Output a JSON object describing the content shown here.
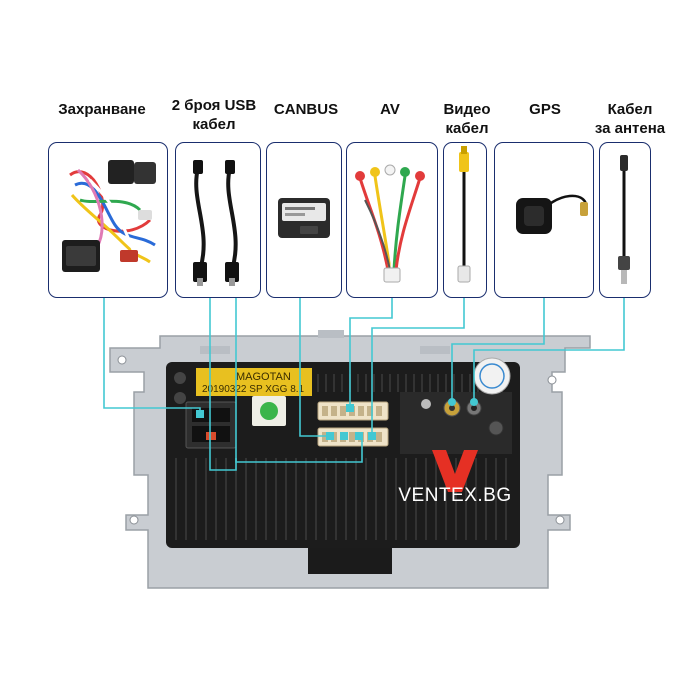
{
  "labels": {
    "power": "Захранване",
    "usb_line1": "2 броя USB",
    "usb_line2": "кабел",
    "canbus": "CANBUS",
    "av": "AV",
    "video_line1": "Видео",
    "video_line2": "кабел",
    "gps": "GPS",
    "antenna_line1": "Кабел",
    "antenna_line2": "за антена"
  },
  "unit": {
    "sticker_line1": "MAGOTAN",
    "sticker_line2": "20190322 SP XGG 8.1",
    "brand_text": "VENTEX.BG",
    "brand_mark": "V"
  },
  "colors": {
    "box_border": "#1a2e6e",
    "connector_line": "#43c8d2",
    "brand_red": "#e53024",
    "sticker_yellow": "#e8c020",
    "chassis": "#c9cdd2",
    "heatsink": "#1c1c1c"
  }
}
